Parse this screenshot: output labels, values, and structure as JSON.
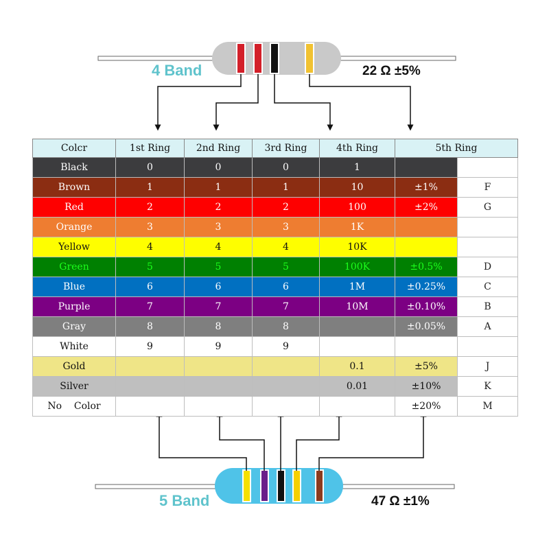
{
  "four_band": {
    "title": "4 Band",
    "value_text": "22 Ω ±5%",
    "ring_colors": [
      "#d3202a",
      "#d3202a",
      "#111111",
      "#f1c232"
    ],
    "body_color": "#c9c9c9"
  },
  "five_band": {
    "title": "5 Band",
    "value_text": "47 Ω ±1%",
    "ring_colors": [
      "#f6e000",
      "#6a1f8a",
      "#111111",
      "#f6d000",
      "#8b3a1e"
    ],
    "body_color": "#4fc3e8"
  },
  "table": {
    "headers": [
      "Colcr",
      "1st Ring",
      "2nd Ring",
      "3rd Ring",
      "4th Ring",
      "5th Ring"
    ],
    "rows": [
      {
        "name": "Black",
        "bg": "#3c3c3e",
        "fg": "#ffffff",
        "r1": "0",
        "r2": "0",
        "r3": "0",
        "r4": "1",
        "r5": "",
        "code": ""
      },
      {
        "name": "Brown",
        "bg": "#8b2d12",
        "fg": "#ffffff",
        "r1": "1",
        "r2": "1",
        "r3": "1",
        "r4": "10",
        "r5": "±1%",
        "code": "F"
      },
      {
        "name": "Red",
        "bg": "#fe0000",
        "fg": "#ffffff",
        "r1": "2",
        "r2": "2",
        "r3": "2",
        "r4": "100",
        "r5": "±2%",
        "code": "G"
      },
      {
        "name": "Orange",
        "bg": "#ee7d31",
        "fg": "#ffffff",
        "r1": "3",
        "r2": "3",
        "r3": "3",
        "r4": "1K",
        "r5": "",
        "code": ""
      },
      {
        "name": "Yellow",
        "bg": "#fefe00",
        "fg": "#111111",
        "r1": "4",
        "r2": "4",
        "r3": "4",
        "r4": "10K",
        "r5": "",
        "code": ""
      },
      {
        "name": "Green",
        "bg": "#008001",
        "fg": "#1cff1c",
        "r1": "5",
        "r2": "5",
        "r3": "5",
        "r4": "100K",
        "r5": "±0.5%",
        "code": "D"
      },
      {
        "name": "Blue",
        "bg": "#0170c1",
        "fg": "#ffffff",
        "r1": "6",
        "r2": "6",
        "r3": "6",
        "r4": "1M",
        "r5": "±0.25%",
        "code": "C"
      },
      {
        "name": "Purple",
        "bg": "#7c0083",
        "fg": "#ffffff",
        "r1": "7",
        "r2": "7",
        "r3": "7",
        "r4": "10M",
        "r5": "±0.10%",
        "code": "B"
      },
      {
        "name": "Gray",
        "bg": "#7f7f7f",
        "fg": "#ffffff",
        "r1": "8",
        "r2": "8",
        "r3": "8",
        "r4": "",
        "r5": "±0.05%",
        "code": "A"
      },
      {
        "name": "White",
        "bg": "#ffffff",
        "fg": "#111111",
        "r1": "9",
        "r2": "9",
        "r3": "9",
        "r4": "",
        "r5": "",
        "code": ""
      },
      {
        "name": "Gold",
        "bg": "#efe587",
        "fg": "#111111",
        "r1": "",
        "r2": "",
        "r3": "",
        "r4": "0.1",
        "r5": "±5%",
        "code": "J"
      },
      {
        "name": "Silver",
        "bg": "#bfbfbf",
        "fg": "#111111",
        "r1": "",
        "r2": "",
        "r3": "",
        "r4": "0.01",
        "r5": "±10%",
        "code": "K"
      },
      {
        "name": "No    Color",
        "bg": "#ffffff",
        "fg": "#111111",
        "r1": "",
        "r2": "",
        "r3": "",
        "r4": "",
        "r5": "±20%",
        "code": "M"
      }
    ]
  }
}
